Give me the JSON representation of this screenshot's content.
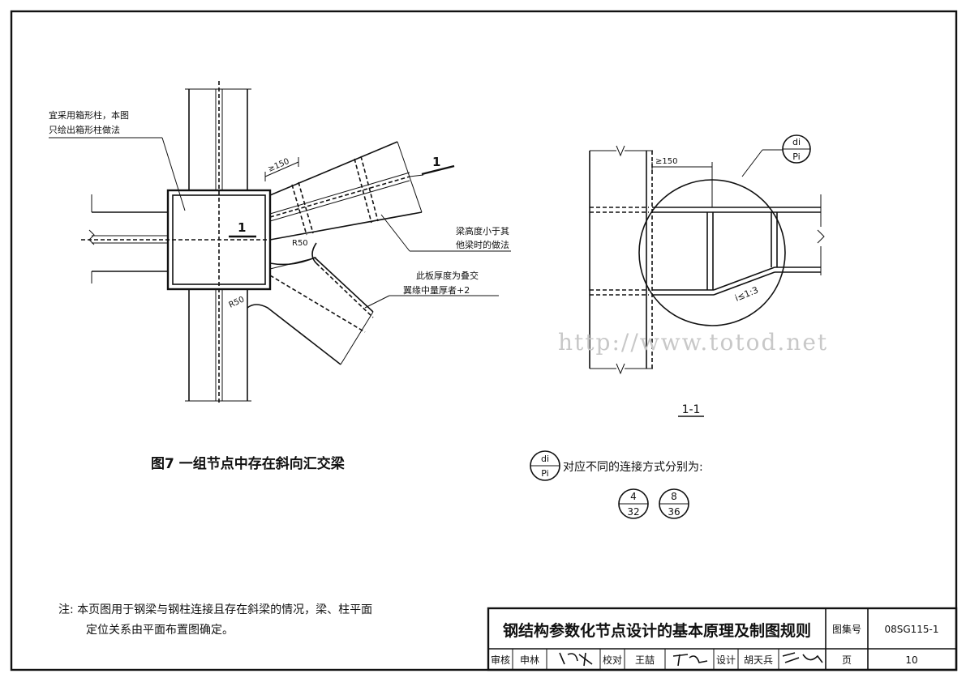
{
  "figure7": {
    "title": "图7 一组节点中存在斜向汇交梁",
    "callout_column_line1": "宜采用箱形柱，本图",
    "callout_column_line2": "只绘出箱形柱做法",
    "callout_beam_line1": "梁高度小于其",
    "callout_beam_line2": "他梁时的做法",
    "callout_plate_line1": "此板厚度为叠交",
    "callout_plate_line2": "翼缘中量厚者+2",
    "dim_150": "≥150",
    "r50_upper": "R50",
    "r50_lower": "R50",
    "section_mark_left": "1",
    "section_mark_right": "1"
  },
  "section11": {
    "title": "1-1",
    "dim_150": "≥150",
    "slope": "i≤1:3",
    "detail_top": "di",
    "detail_bottom": "Pi"
  },
  "legend": {
    "detail_top": "di",
    "detail_bottom": "Pi",
    "text": "对应不同的连接方式分别为:",
    "refs": [
      {
        "top": "4",
        "bottom": "32"
      },
      {
        "top": "8",
        "bottom": "36"
      }
    ]
  },
  "watermark": "http://www.totod.net",
  "note": {
    "line1": "注: 本页图用于钢梁与钢柱连接且存在斜梁的情况，梁、柱平面",
    "line2": "定位关系由平面布置图确定。"
  },
  "title_block": {
    "main_title": "钢结构参数化节点设计的基本原理及制图规则",
    "atlas_label": "图集号",
    "atlas_no": "08SG115-1",
    "review_label": "审核",
    "review_name": "申林",
    "check_label": "校对",
    "check_name": "王喆",
    "design_label": "设计",
    "design_name": "胡天兵",
    "page_label": "页",
    "page_no": "10"
  }
}
